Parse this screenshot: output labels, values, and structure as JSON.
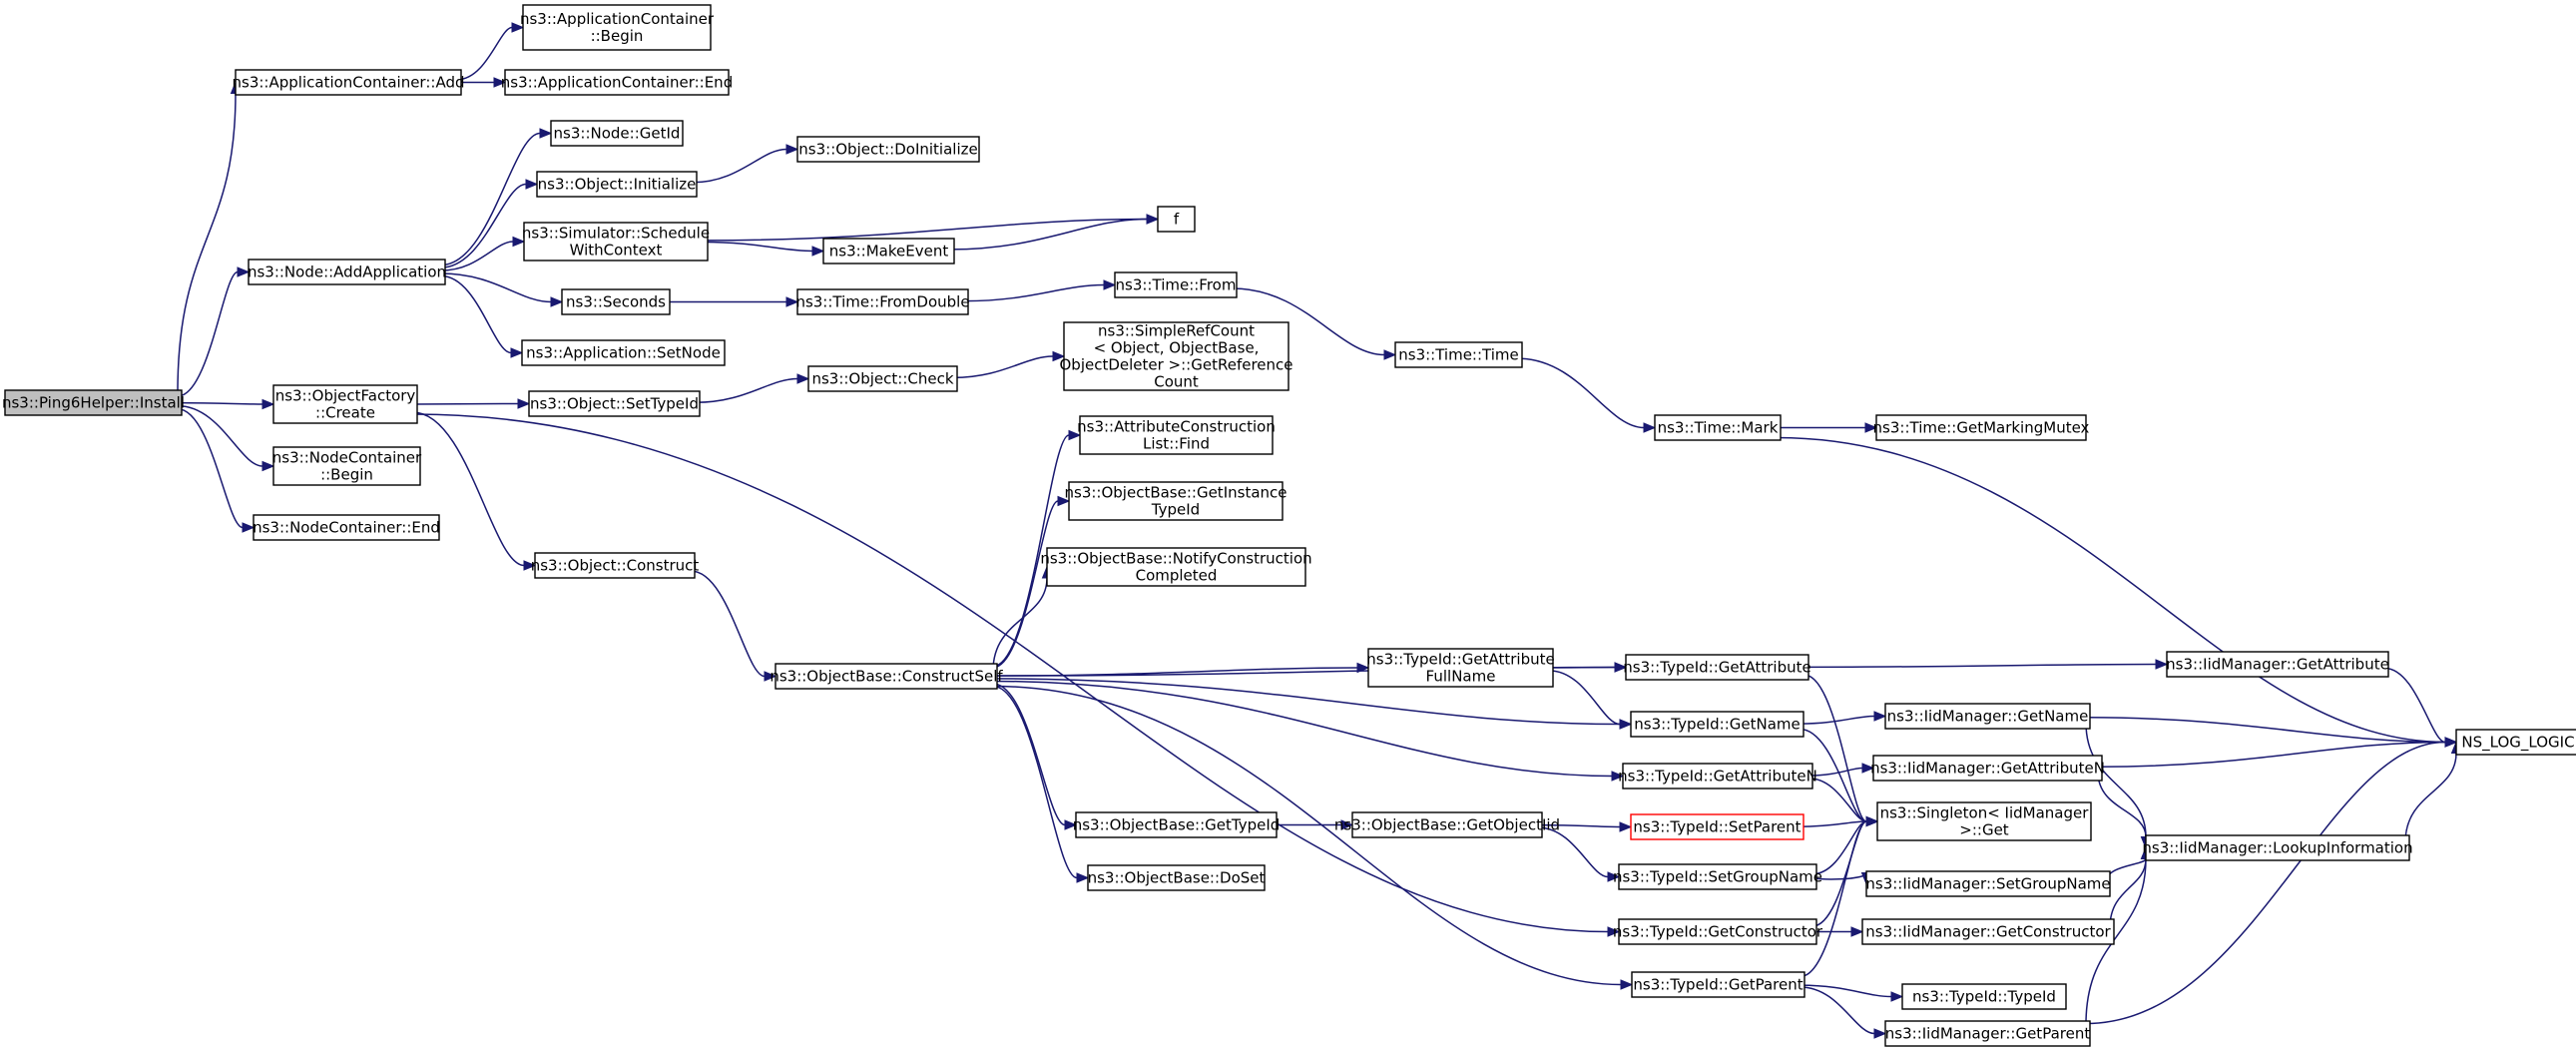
{
  "diagram": {
    "colors": {
      "edge": "#191970",
      "root_fill": "#bfbfbf",
      "highlight_border": "#ff0000"
    },
    "nodes": [
      {
        "id": "install",
        "lines": [
          "ns3::Ping6Helper::Install"
        ],
        "style": "root"
      },
      {
        "id": "appAdd",
        "lines": [
          "ns3::ApplicationContainer::Add"
        ]
      },
      {
        "id": "appBegin",
        "lines": [
          "ns3::ApplicationContainer",
          "::Begin"
        ]
      },
      {
        "id": "appEnd",
        "lines": [
          "ns3::ApplicationContainer::End"
        ]
      },
      {
        "id": "nodeGetId",
        "lines": [
          "ns3::Node::GetId"
        ]
      },
      {
        "id": "objInit",
        "lines": [
          "ns3::Object::Initialize"
        ]
      },
      {
        "id": "doInit",
        "lines": [
          "ns3::Object::DoInitialize"
        ]
      },
      {
        "id": "f",
        "lines": [
          "f"
        ]
      },
      {
        "id": "nodeAddApp",
        "lines": [
          "ns3::Node::AddApplication"
        ]
      },
      {
        "id": "schedCtx",
        "lines": [
          "ns3::Simulator::Schedule",
          "WithContext"
        ]
      },
      {
        "id": "makeEvent",
        "lines": [
          "ns3::MakeEvent"
        ]
      },
      {
        "id": "seconds",
        "lines": [
          "ns3::Seconds"
        ]
      },
      {
        "id": "fromDouble",
        "lines": [
          "ns3::Time::FromDouble"
        ]
      },
      {
        "id": "timeFrom",
        "lines": [
          "ns3::Time::From"
        ]
      },
      {
        "id": "appSetNode",
        "lines": [
          "ns3::Application::SetNode"
        ]
      },
      {
        "id": "timeTime",
        "lines": [
          "ns3::Time::Time"
        ]
      },
      {
        "id": "simpleRef",
        "lines": [
          "ns3::SimpleRefCount",
          "< Object, ObjectBase,",
          "ObjectDeleter >::GetReference",
          "Count"
        ]
      },
      {
        "id": "objFactory",
        "lines": [
          "ns3::ObjectFactory",
          "::Create"
        ]
      },
      {
        "id": "setTypeId",
        "lines": [
          "ns3::Object::SetTypeId"
        ]
      },
      {
        "id": "objCheck",
        "lines": [
          "ns3::Object::Check"
        ]
      },
      {
        "id": "timeMark",
        "lines": [
          "ns3::Time::Mark"
        ]
      },
      {
        "id": "getMarkingMutex",
        "lines": [
          "ns3::Time::GetMarkingMutex"
        ]
      },
      {
        "id": "ncBegin",
        "lines": [
          "ns3::NodeContainer",
          "::Begin"
        ]
      },
      {
        "id": "ncEnd",
        "lines": [
          "ns3::NodeContainer::End"
        ]
      },
      {
        "id": "attrFind",
        "lines": [
          "ns3::AttributeConstruction",
          "List::Find"
        ]
      },
      {
        "id": "getInstTid",
        "lines": [
          "ns3::ObjectBase::GetInstance",
          "TypeId"
        ]
      },
      {
        "id": "notifyCons",
        "lines": [
          "ns3::ObjectBase::NotifyConstruction",
          "Completed"
        ]
      },
      {
        "id": "objConstruct",
        "lines": [
          "ns3::Object::Construct"
        ]
      },
      {
        "id": "constructSelf",
        "lines": [
          "ns3::ObjectBase::ConstructSelf"
        ]
      },
      {
        "id": "getAttrFullName",
        "lines": [
          "ns3::TypeId::GetAttribute",
          "FullName"
        ]
      },
      {
        "id": "tidGetAttr",
        "lines": [
          "ns3::TypeId::GetAttribute"
        ]
      },
      {
        "id": "iidGetAttr",
        "lines": [
          "ns3::IidManager::GetAttribute"
        ]
      },
      {
        "id": "tidGetName",
        "lines": [
          "ns3::TypeId::GetName"
        ]
      },
      {
        "id": "iidGetName",
        "lines": [
          "ns3::IidManager::GetName"
        ]
      },
      {
        "id": "nsLogLogic",
        "lines": [
          "NS_LOG_LOGIC"
        ]
      },
      {
        "id": "tidGetAttrN",
        "lines": [
          "ns3::TypeId::GetAttributeN"
        ]
      },
      {
        "id": "iidGetAttrN",
        "lines": [
          "ns3::IidManager::GetAttributeN"
        ]
      },
      {
        "id": "singleton",
        "lines": [
          "ns3::Singleton< IidManager",
          ">::Get"
        ]
      },
      {
        "id": "obGetTypeId",
        "lines": [
          "ns3::ObjectBase::GetTypeId"
        ]
      },
      {
        "id": "getObjectIid",
        "lines": [
          "ns3::ObjectBase::GetObjectIid"
        ]
      },
      {
        "id": "tidSetParent",
        "lines": [
          "ns3::TypeId::SetParent"
        ],
        "style": "warn"
      },
      {
        "id": "iidLookup",
        "lines": [
          "ns3::IidManager::LookupInformation"
        ]
      },
      {
        "id": "obDoSet",
        "lines": [
          "ns3::ObjectBase::DoSet"
        ]
      },
      {
        "id": "tidSetGroupName",
        "lines": [
          "ns3::TypeId::SetGroupName"
        ]
      },
      {
        "id": "iidSetGroupName",
        "lines": [
          "ns3::IidManager::SetGroupName"
        ]
      },
      {
        "id": "tidGetConstructor",
        "lines": [
          "ns3::TypeId::GetConstructor"
        ]
      },
      {
        "id": "iidGetConstructor",
        "lines": [
          "ns3::IidManager::GetConstructor"
        ]
      },
      {
        "id": "tidGetParent",
        "lines": [
          "ns3::TypeId::GetParent"
        ]
      },
      {
        "id": "tidTypeId",
        "lines": [
          "ns3::TypeId::TypeId"
        ]
      },
      {
        "id": "iidGetParent",
        "lines": [
          "ns3::IidManager::GetParent"
        ]
      }
    ],
    "edges": [
      [
        "install",
        "appAdd"
      ],
      [
        "install",
        "nodeAddApp"
      ],
      [
        "install",
        "objFactory"
      ],
      [
        "install",
        "ncBegin"
      ],
      [
        "install",
        "ncEnd"
      ],
      [
        "appAdd",
        "appBegin"
      ],
      [
        "appAdd",
        "appEnd"
      ],
      [
        "nodeAddApp",
        "nodeGetId"
      ],
      [
        "nodeAddApp",
        "objInit"
      ],
      [
        "nodeAddApp",
        "schedCtx"
      ],
      [
        "nodeAddApp",
        "seconds"
      ],
      [
        "nodeAddApp",
        "appSetNode"
      ],
      [
        "objInit",
        "doInit"
      ],
      [
        "schedCtx",
        "f"
      ],
      [
        "schedCtx",
        "makeEvent"
      ],
      [
        "makeEvent",
        "f"
      ],
      [
        "seconds",
        "fromDouble"
      ],
      [
        "fromDouble",
        "timeFrom"
      ],
      [
        "timeFrom",
        "timeTime"
      ],
      [
        "timeTime",
        "timeMark"
      ],
      [
        "timeMark",
        "getMarkingMutex"
      ],
      [
        "timeMark",
        "nsLogLogic"
      ],
      [
        "objFactory",
        "setTypeId"
      ],
      [
        "objFactory",
        "objConstruct"
      ],
      [
        "objFactory",
        "tidGetConstructor"
      ],
      [
        "setTypeId",
        "objCheck"
      ],
      [
        "objCheck",
        "simpleRef"
      ],
      [
        "objConstruct",
        "constructSelf"
      ],
      [
        "constructSelf",
        "attrFind"
      ],
      [
        "constructSelf",
        "getInstTid"
      ],
      [
        "constructSelf",
        "notifyCons"
      ],
      [
        "constructSelf",
        "tidGetAttr"
      ],
      [
        "constructSelf",
        "getAttrFullName"
      ],
      [
        "constructSelf",
        "tidGetName"
      ],
      [
        "constructSelf",
        "tidGetAttrN"
      ],
      [
        "constructSelf",
        "obGetTypeId"
      ],
      [
        "constructSelf",
        "obDoSet"
      ],
      [
        "constructSelf",
        "tidGetParent"
      ],
      [
        "getAttrFullName",
        "tidGetAttr"
      ],
      [
        "getAttrFullName",
        "tidGetName"
      ],
      [
        "tidGetAttr",
        "iidGetAttr"
      ],
      [
        "tidGetAttr",
        "singleton"
      ],
      [
        "iidGetAttr",
        "nsLogLogic"
      ],
      [
        "tidGetName",
        "iidGetName"
      ],
      [
        "tidGetName",
        "singleton"
      ],
      [
        "iidGetName",
        "nsLogLogic"
      ],
      [
        "iidGetName",
        "iidLookup"
      ],
      [
        "tidGetAttrN",
        "iidGetAttrN"
      ],
      [
        "tidGetAttrN",
        "singleton"
      ],
      [
        "iidGetAttrN",
        "nsLogLogic"
      ],
      [
        "iidGetAttrN",
        "iidLookup"
      ],
      [
        "obGetTypeId",
        "getObjectIid"
      ],
      [
        "getObjectIid",
        "tidSetParent"
      ],
      [
        "getObjectIid",
        "tidSetGroupName"
      ],
      [
        "tidSetParent",
        "singleton"
      ],
      [
        "tidSetGroupName",
        "singleton"
      ],
      [
        "tidSetGroupName",
        "iidSetGroupName"
      ],
      [
        "iidSetGroupName",
        "iidLookup"
      ],
      [
        "tidGetConstructor",
        "singleton"
      ],
      [
        "tidGetConstructor",
        "iidGetConstructor"
      ],
      [
        "iidGetConstructor",
        "iidLookup"
      ],
      [
        "tidGetParent",
        "singleton"
      ],
      [
        "tidGetParent",
        "tidTypeId"
      ],
      [
        "tidGetParent",
        "iidGetParent"
      ],
      [
        "iidGetParent",
        "iidLookup"
      ],
      [
        "iidGetParent",
        "nsLogLogic"
      ],
      [
        "iidLookup",
        "nsLogLogic"
      ]
    ]
  }
}
